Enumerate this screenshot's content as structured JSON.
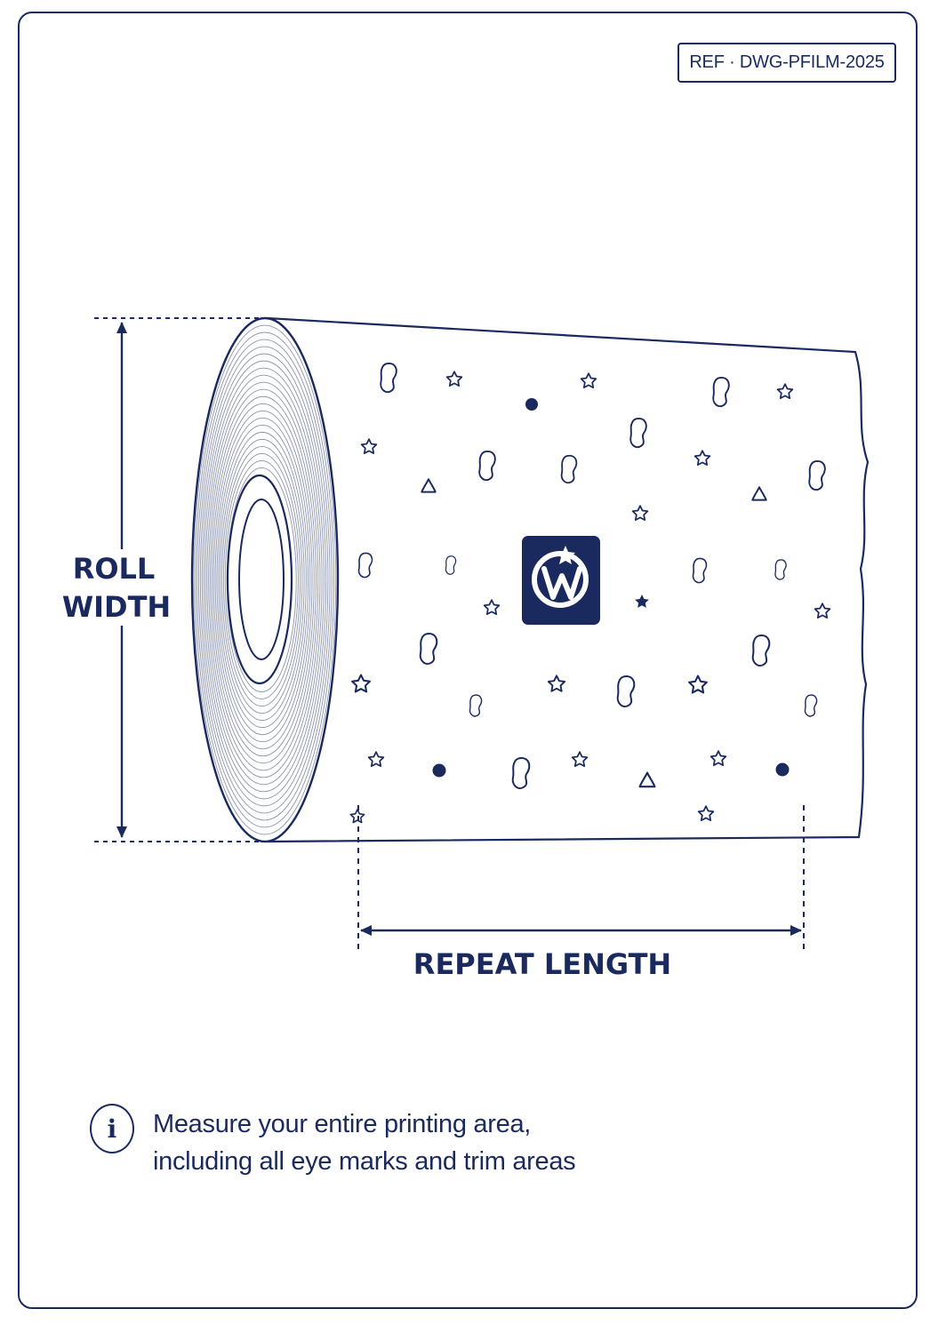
{
  "reference": {
    "label": "REF · DWG-PFILM-2025"
  },
  "labels": {
    "roll_width_line1": "ROLL",
    "roll_width_line2": "WIDTH",
    "repeat_length": "REPEAT LENGTH"
  },
  "note": {
    "icon": "info-icon",
    "line1": "Measure your entire printing area,",
    "line2": "including all eye marks and trim areas"
  },
  "logo": {
    "icon": "brand-logo-icon"
  },
  "colors": {
    "ink": "#1b2a5e",
    "background": "#ffffff"
  }
}
